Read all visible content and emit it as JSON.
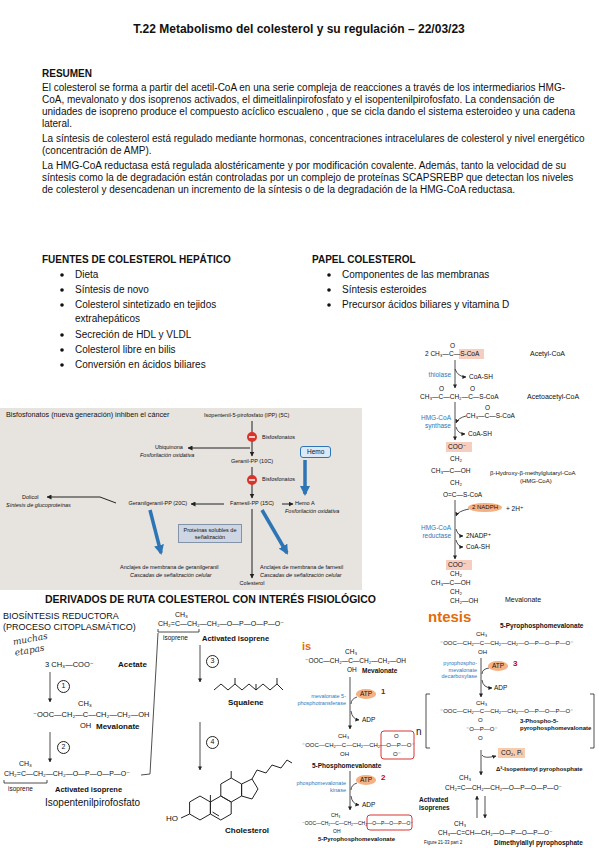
{
  "diagram": {
    "title": "T.22 Metabolismo del colesterol y su regulación – 22/03/23",
    "nodes": [
      {
        "text": [
          "Bisfosfonatos (nueva generación) inhiben el cáncer",
          "Isopentenil-5-pirofosfato (IPP) (5C)",
          "Bisfosfonatos",
          "Geranil-PP (10C)",
          "Bisfosfonatos",
          "Ubiquinona",
          "Fosforilación oxidativa",
          "Geranilgeranil-PP (20C)",
          "Farnesil-PP (15C)",
          "Dolicol",
          "Síntesis de glucoproteínas",
          "Hemo A",
          "Fosforilación oxidativa",
          "Anclajes de membrana de geranilgeranil",
          "Cascadas de señalización celular",
          "Anclajes de membrana de farnesil",
          "Cascadas de señalización celular",
          "Colesterol"
        ]
      },
      {
        "text": [
          "Proteínas solubles de señalización"
        ],
        "in": 0
      },
      {
        "text": [
          "Hemo"
        ],
        "in": 0
      },
      {
        "text": [
          "1"
        ]
      },
      {
        "text": [
          "2"
        ]
      },
      {
        "text": [
          "3"
        ]
      },
      {
        "text": [
          "4"
        ]
      },
      {
        "text": [
          "2 NADPH"
        ]
      },
      {
        "text": [
          "ATP"
        ]
      },
      {
        "text": [
          "ATP"
        ]
      },
      {
        "text": [
          "ATP"
        ]
      },
      {
        "text": [
          "CO₂, Pᵢ"
        ]
      }
    ],
    "labels": [
      "RESUMEN",
      "El colesterol se forma a partir del acetil-CoA en una serie compleja de reacciones a través de los intermediarios HMG-CoA, mevalonato y dos isoprenos activados, el dimeitlalinpirofosfato y el isopentenilpirofosfato. La condensación de unidades de isopreno produce el compuesto acíclico escualeno , que se cicla dando el sistema esteroideo y una cadena lateral.",
      "La síntesis de colesterol está regulado mediante hormonas, concentraciones intracelulares de colesterol y nivel energético (concentración de AMP).",
      "La HMG-CoA reductasa está regulada alostéricamente y por modificación covalente. Además, tanto la velocidad de su síntesis como la de degradación están controladas por un complejo de proteínas SCAPSREBP que detectan los niveles de colesterol y desencadenan un incremento de la síntesis o de la degradación de la HMG-CoA reductasa.",
      "FUENTES DE COLESTEROL HEPÁTICO",
      "Dieta",
      "Síntesis de novo",
      "Colesterol sintetizado en tejidos extrahepáticos",
      "Secreción de HDL y VLDL",
      "Colesterol libre en bilis",
      "Conversión en ácidos biliares",
      "PAPEL COLESTEROL",
      "Componentes de las membranas",
      "Síntesis esteroides",
      "Precursor ácidos biliares y vitamina D",
      "2 CH₃—C—S-CoA",
      "O",
      "Acetyl-CoA",
      "thiolase",
      "CoA-SH",
      "CH₃—C—CH₂—C—S-CoA",
      "O",
      "O",
      "Acetoacetyl-CoA",
      "HMG-CoA synthase",
      "CH₃—C—S-CoA",
      "O",
      "CoA-SH",
      "COO⁻",
      "CH₂",
      "CH₃—C—OH",
      "CH₂",
      "O=C—S-CoA",
      "β-Hydroxy-β-methylglutaryl-CoA",
      "(HMG-CoA)",
      "+ 2H⁺",
      "HMG-CoA reductase",
      "2NADP⁺",
      "CoA-SH",
      "COO⁻",
      "CH₂",
      "CH₃—C—OH",
      "CH₂",
      "CH₂—OH",
      "Mevalonate",
      "BIOSÍNTESIS REDUCTORA (PROCESO CITOPLASMÁTICO)",
      "muchas etapas",
      "3 CH₃—COO⁻",
      "Acetate",
      "CH₃",
      "⁻OOC—CH₂—C—CH₂—CH₂—OH",
      "OH",
      "Mevalonate",
      "CH₃",
      "CH₂=C—CH₂—CH₂—O—P—O—P—O⁻",
      "isoprene",
      "Activated isoprene",
      "Isopentenilpirofosfato",
      "CH₃",
      "CH₂=C—CH₂—CH₂—O—P—O—P—O⁻",
      "isoprene",
      "Activated isoprene",
      "is",
      "Squalene",
      "HO",
      "Cholesterol",
      "CH₃",
      "⁻OOC—CH₂—C—CH₂—CH₂—OH",
      "OH",
      "Mevalonate",
      "mevalonate 5-phosphotransferase",
      "1",
      "ADP",
      "CH₃",
      "⁻OOC—CH₂—C—CH₂—CH₂—O—P—O⁻",
      "O",
      "O⁻",
      "OH",
      "5-Phosphomevalonate",
      "phosphomevalonate kinase",
      "2",
      "ADP",
      "CH₃",
      "⁻OOC—CH₂—C—CH₂—CH₂—O—P—O—P—O⁻",
      "OH",
      "5-Pyrophosphomevalonate",
      "ntesis",
      "5-Pyrophosphomevalonate",
      "CH₃",
      "⁻OOC—CH₂—C—CH₂—CH₂—O—P—O—P—O⁻",
      "OH",
      "pyrophospho- mevalonate decarboxylase",
      "3",
      "ADP",
      "CH₃",
      "⁻OOC—CH₂—C—CH₂—CH₂—O—P—O—P—O⁻",
      "O",
      "⁻O—P—O⁻",
      "O",
      "3-Phospho-5-pyrophosphomevalonate",
      "Δ³-Isopentenyl pyrophosphate",
      "CH₃",
      "CH₂=C—CH₂—CH₂—O—P—O—P—O⁻",
      "Activated isoprenes",
      "CH₃",
      "CH₃—C=CH—CH₂—O—P—O—P—O⁻",
      "Dimethylallyl pyrophosphate",
      "n",
      "Figure 21-33 part 2",
      "DERIVADOS DE RUTA COLESTEROL CON INTERÉS FISIOLÓGICO"
    ]
  }
}
